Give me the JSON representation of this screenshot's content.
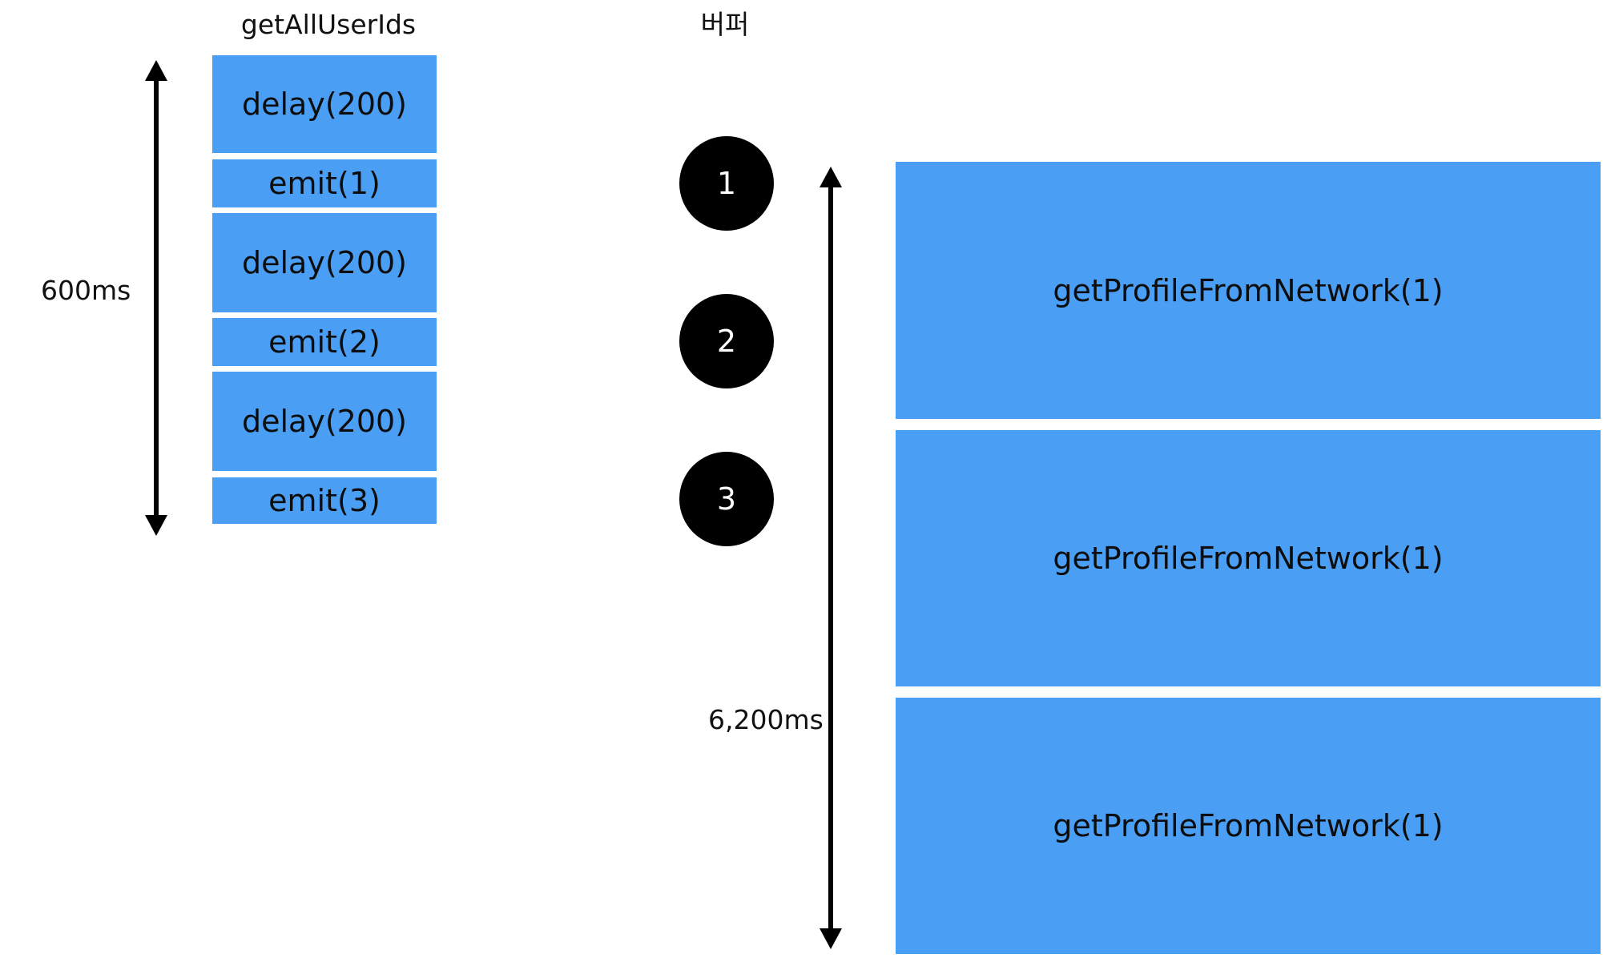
{
  "left_column": {
    "title": "getAllUserIds",
    "duration_label": "600ms",
    "steps": [
      {
        "label": "delay(200)",
        "kind": "delay"
      },
      {
        "label": "emit(1)",
        "kind": "emit"
      },
      {
        "label": "delay(200)",
        "kind": "delay"
      },
      {
        "label": "emit(2)",
        "kind": "emit"
      },
      {
        "label": "delay(200)",
        "kind": "delay"
      },
      {
        "label": "emit(3)",
        "kind": "emit"
      }
    ]
  },
  "buffer": {
    "title": "버퍼",
    "items": [
      "1",
      "2",
      "3"
    ]
  },
  "right_column": {
    "duration_label": "6,200ms",
    "blocks": [
      {
        "label": "getProfileFromNetwork(1)"
      },
      {
        "label": "getProfileFromNetwork(1)"
      },
      {
        "label": "getProfileFromNetwork(1)"
      }
    ]
  },
  "colors": {
    "block_fill": "#4a9ff5",
    "circle_fill": "#000000",
    "arrow": "#000000"
  }
}
